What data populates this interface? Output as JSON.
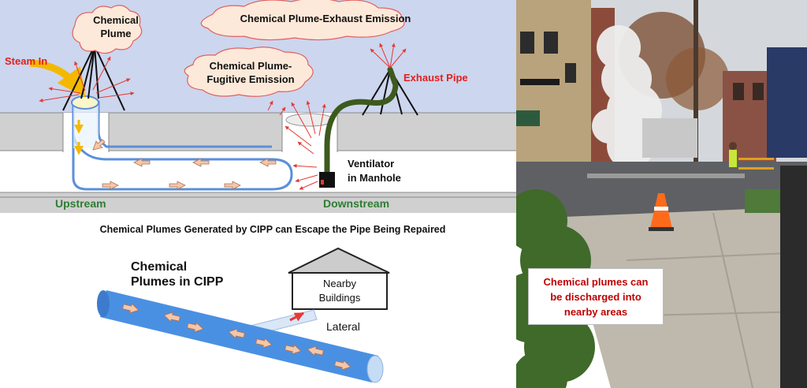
{
  "top_diagram": {
    "cloud_chemical_plume": [
      "Chemical",
      "Plume"
    ],
    "cloud_exhaust_emission": "Chemical Plume-Exhaust Emission",
    "cloud_fugitive_emission": [
      "Chemical Plume-",
      "Fugitive Emission"
    ],
    "steam_in": "Steam In",
    "exhaust_pipe": "Exhaust Pipe",
    "ventilator": [
      "Ventilator",
      "in Manhole"
    ],
    "upstream": "Upstream",
    "downstream": "Downstream",
    "colors": {
      "sky": "#ccd6ee",
      "cloud": "#fde9d9",
      "cloud_border": "#e06060",
      "ground": "#d0d0d0",
      "pipe_outline": "#5b8fd9",
      "arrow_fill": "#f4c7a8",
      "label_green": "#2e7d32",
      "label_red": "#e02020",
      "steam_arrow": "#f5b800",
      "exhaust_hose": "#3d5a1e"
    }
  },
  "middle_caption": "Chemical Plumes Generated by CIPP can Escape the Pipe Being Repaired",
  "bottom_diagram": {
    "title": [
      "Chemical",
      "Plumes in CIPP"
    ],
    "building_label": [
      "Nearby",
      "Buildings"
    ],
    "lateral": "Lateral",
    "colors": {
      "pipe": "#4a90e2",
      "pipe_end": "#c5dcf5",
      "arrow": "#f4c7a8"
    }
  },
  "photo": {
    "caption": [
      "Chemical plumes can",
      "be discharged into",
      "nearby areas"
    ]
  }
}
